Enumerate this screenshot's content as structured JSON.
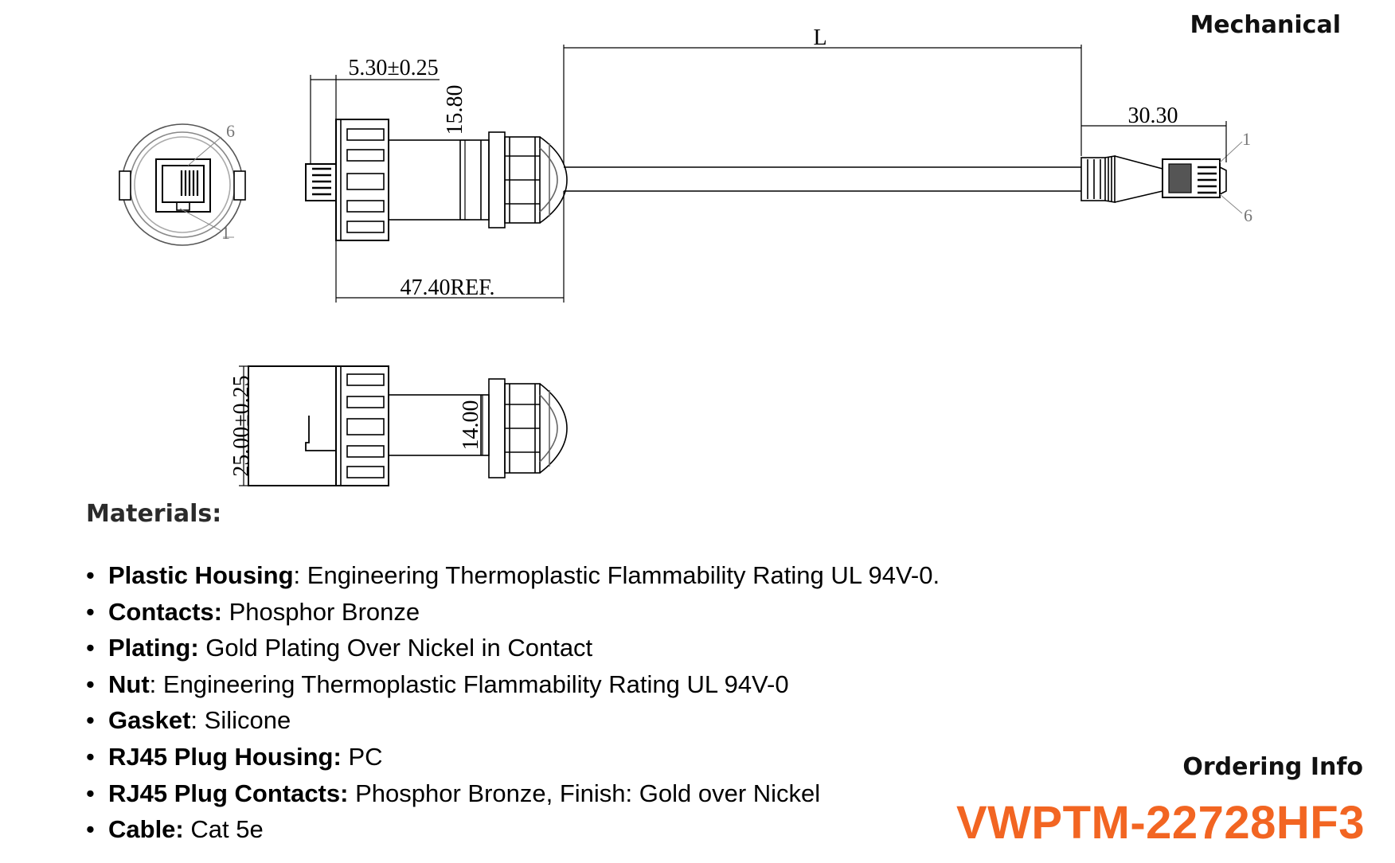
{
  "header": {
    "title": "Mechanical"
  },
  "drawing": {
    "dimensions": {
      "length": "L",
      "face_width": "5.30±0.25",
      "body_height": "15.80",
      "overall_ref": "47.40REF.",
      "plug_length": "30.30",
      "flange_height": "25.00±0.25",
      "nut_height": "14.00"
    },
    "pins": {
      "front_top": "6",
      "front_bottom": "1",
      "plug_top": "1",
      "plug_bottom": "6"
    }
  },
  "materials": {
    "title": "Materials:",
    "bullet": "•",
    "items": [
      {
        "term": "Plastic Housing",
        "sep": ": ",
        "value": "Engineering Thermoplastic Flammability Rating UL 94V-0."
      },
      {
        "term": "Contacts:",
        "sep": " ",
        "value": "Phosphor Bronze"
      },
      {
        "term": "Plating:",
        "sep": " ",
        "value": "Gold Plating Over Nickel in Contact"
      },
      {
        "term": "Nut",
        "sep": ": ",
        "value": "Engineering Thermoplastic Flammability Rating UL 94V-0"
      },
      {
        "term": "Gasket",
        "sep": ": ",
        "value": "Silicone"
      },
      {
        "term": "RJ45 Plug Housing:",
        "sep": " ",
        "value": "PC"
      },
      {
        "term": "RJ45 Plug Contacts:",
        "sep": " ",
        "value": "Phosphor Bronze, Finish: Gold over Nickel"
      },
      {
        "term": "Cable:",
        "sep": " ",
        "value": "Cat 5e"
      }
    ]
  },
  "ordering": {
    "title": "Ordering Info",
    "part_number": "VWPTM-22728HF3",
    "accent_color": "#f26522"
  }
}
